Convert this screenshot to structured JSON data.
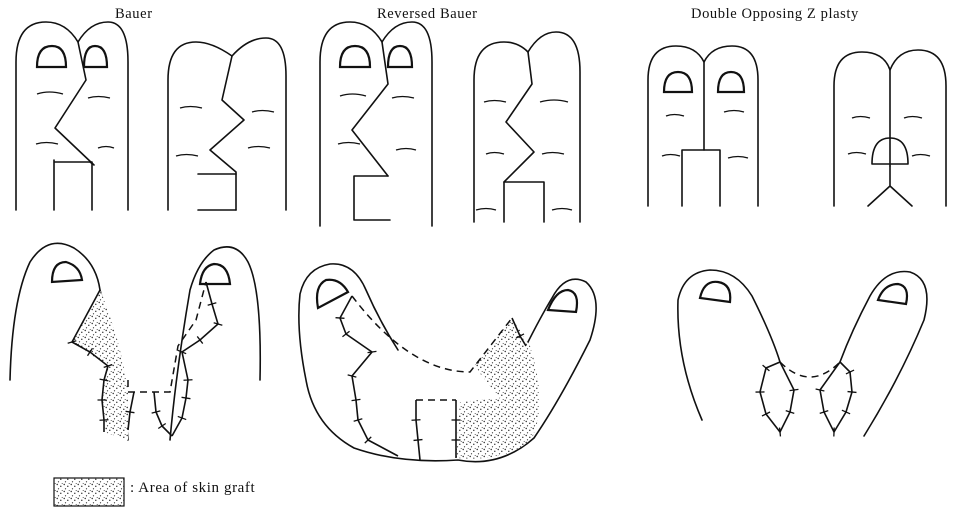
{
  "titles": {
    "bauer": "Bauer",
    "reversed_bauer": "Reversed Bauer",
    "double_opposing": "Double Opposing Z plasty"
  },
  "legend": {
    "label": ": Area of skin graft",
    "swatch": "stippled"
  },
  "colors": {
    "ink": "#111111",
    "background": "#ffffff"
  }
}
